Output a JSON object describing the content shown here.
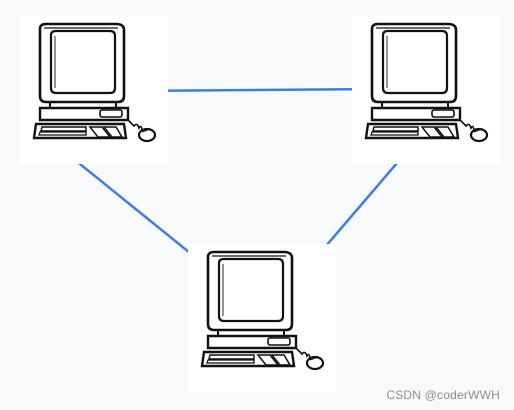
{
  "diagram": {
    "nodes": [
      {
        "id": "computer-top-left",
        "icon": "desktop-computer-icon"
      },
      {
        "id": "computer-top-right",
        "icon": "desktop-computer-icon"
      },
      {
        "id": "computer-bottom",
        "icon": "desktop-computer-icon"
      }
    ],
    "edges": [
      {
        "from": "computer-top-left",
        "to": "computer-top-right"
      },
      {
        "from": "computer-top-left",
        "to": "computer-bottom"
      },
      {
        "from": "computer-top-right",
        "to": "computer-bottom"
      }
    ],
    "colors": {
      "link": "#3d7ee6",
      "ink": "#111111",
      "tile": "#ffffff",
      "background": "#f7f9fa"
    }
  },
  "watermark": {
    "text": "CSDN @coderWWH"
  }
}
